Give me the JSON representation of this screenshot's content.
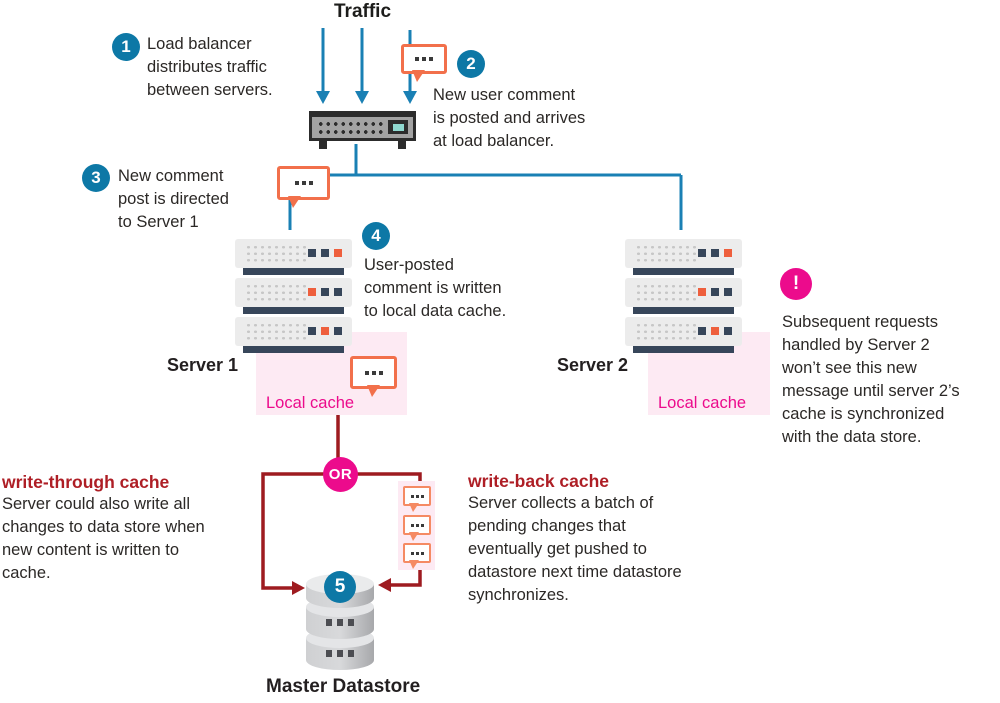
{
  "traffic_label": "Traffic",
  "callouts": {
    "c1": {
      "num": "1",
      "text": "Load balancer\ndistributes traffic\nbetween servers."
    },
    "c2": {
      "num": "2",
      "text": "New user comment\nis posted and arrives\nat load balancer."
    },
    "c3": {
      "num": "3",
      "text": "New comment\npost is directed\nto Server 1"
    },
    "c4": {
      "num": "4",
      "text": "User-posted\ncomment is written\nto local data cache."
    },
    "c5": {
      "num": "5"
    }
  },
  "warning": {
    "icon": "!",
    "text": "Subsequent requests\nhandled by Server 2\nwon’t see this new\nmessage until server 2’s\ncache is synchronized\nwith the data store."
  },
  "servers": {
    "server1_label": "Server 1",
    "server2_label": "Server 2",
    "local_cache_label_1": "Local cache",
    "local_cache_label_2": "Local cache"
  },
  "or_label": "OR",
  "write_through": {
    "heading": "write-through cache",
    "body": "Server could also write all\nchanges to data store when\nnew content is written to\ncache."
  },
  "write_back": {
    "heading": "write-back cache",
    "body": "Server collects a batch of\npending changes that\neventually get pushed to\ndatastore next time datastore\nsynchronizes."
  },
  "datastore_label": "Master Datastore",
  "icons": {
    "comment_bubble": "three-dots speech bubble",
    "warning": "!",
    "load_balancer": "rack appliance",
    "server": "stacked rack servers",
    "datastore": "database cylinders"
  },
  "colors": {
    "step_blue": "#0d78a6",
    "wire_blue": "#1a80b4",
    "magenta": "#ec0b8c",
    "wire_red": "#9e1b20",
    "heading_red": "#ae1e25",
    "bubble_orange": "#f2704b",
    "pink_bg": "#fdeaf3",
    "server_navy": "#37465a",
    "server_orange": "#ee5f3d"
  }
}
